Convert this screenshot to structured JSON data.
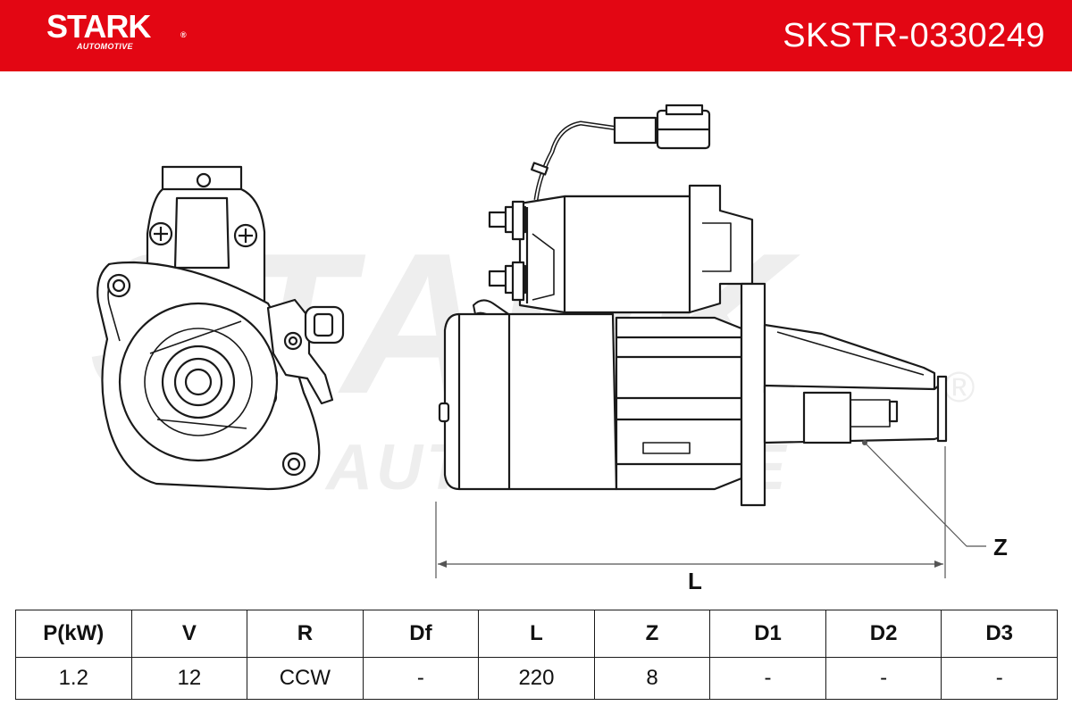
{
  "header": {
    "brand": "STARK",
    "brand_registered": "®",
    "brand_sub": "AUTOMOTIVE",
    "part_number": "SKSTR-0330249",
    "background_color": "#e30613"
  },
  "watermark": {
    "line1": "STARK",
    "line2": "AUTOMOTIVE",
    "registered": "®"
  },
  "dimension_labels": {
    "length": "L",
    "teeth": "Z"
  },
  "specs": {
    "headers": [
      "P(kW)",
      "V",
      "R",
      "Df",
      "L",
      "Z",
      "D1",
      "D2",
      "D3"
    ],
    "values": [
      "1.2",
      "12",
      "CCW",
      "-",
      "220",
      "8",
      "-",
      "-",
      "-"
    ]
  }
}
